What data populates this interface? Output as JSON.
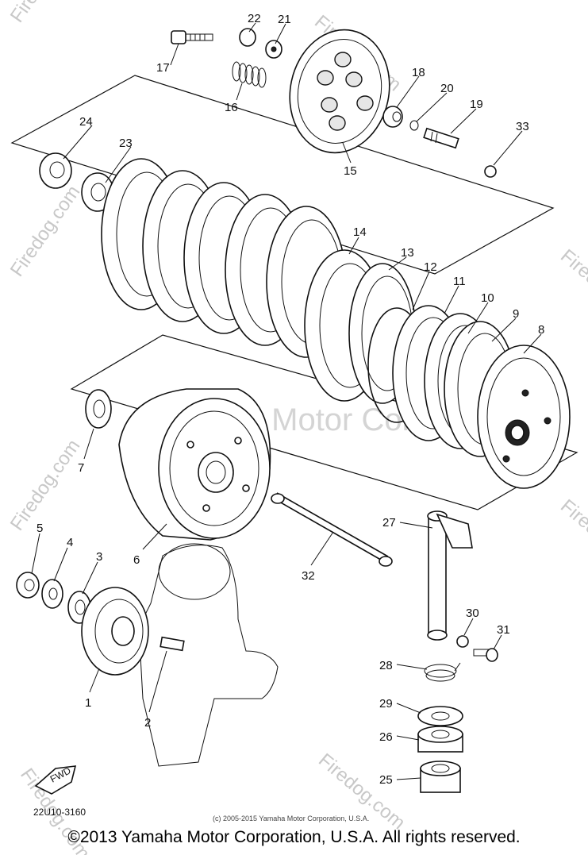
{
  "watermark": {
    "text": "Firedog.com",
    "center_text": "Yamaha Motor Corp, U.S.A."
  },
  "diagram_code": "22U10-3160",
  "source_copyright": "(c) 2005-2015 Yamaha Motor Corporation, U.S.A.",
  "fwd_label": "FWD",
  "copyright": "©2013 Yamaha Motor Corporation, U.S.A. All rights reserved.",
  "callouts": {
    "c1": "1",
    "c2": "2",
    "c3": "3",
    "c4": "4",
    "c5": "5",
    "c6": "6",
    "c7": "7",
    "c8": "8",
    "c9": "9",
    "c10": "10",
    "c11": "11",
    "c12": "12",
    "c13": "13",
    "c14": "14",
    "c15": "15",
    "c16": "16",
    "c17": "17",
    "c18": "18",
    "c19": "19",
    "c20": "20",
    "c21": "21",
    "c22": "22",
    "c23": "23",
    "c24": "24",
    "c25": "25",
    "c26": "26",
    "c27": "27",
    "c28": "28",
    "c29": "29",
    "c30": "30",
    "c31": "31",
    "c32": "32",
    "c33": "33"
  }
}
